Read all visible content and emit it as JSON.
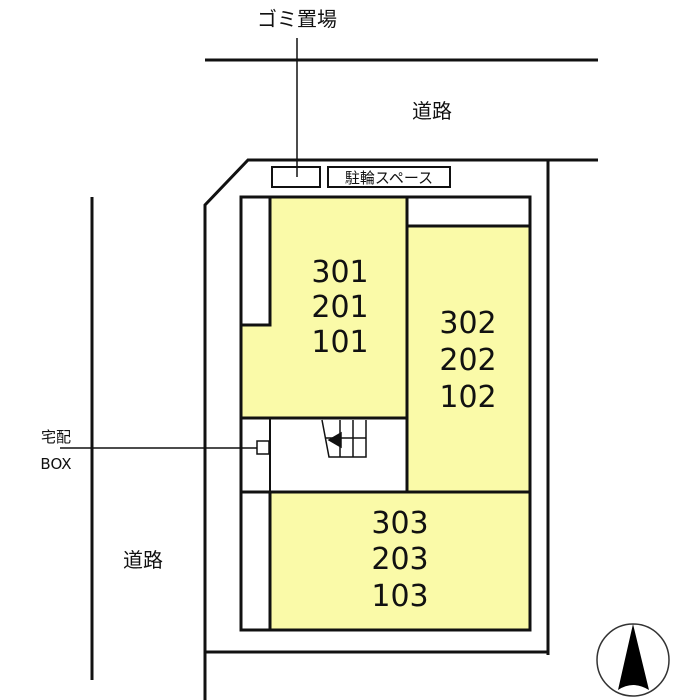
{
  "labels": {
    "garbage": "ゴミ置場",
    "road_top": "道路",
    "road_left": "道路",
    "bicycle": "駐輪スペース",
    "delivery_line1": "宅配",
    "delivery_line2": "BOX"
  },
  "units": {
    "a": [
      "301",
      "201",
      "101"
    ],
    "b": [
      "302",
      "202",
      "102"
    ],
    "c": [
      "303",
      "203",
      "103"
    ]
  },
  "colors": {
    "unit_fill": "#fafaa8",
    "line": "#111111"
  },
  "icons": {
    "compass": "north-arrow-icon"
  }
}
